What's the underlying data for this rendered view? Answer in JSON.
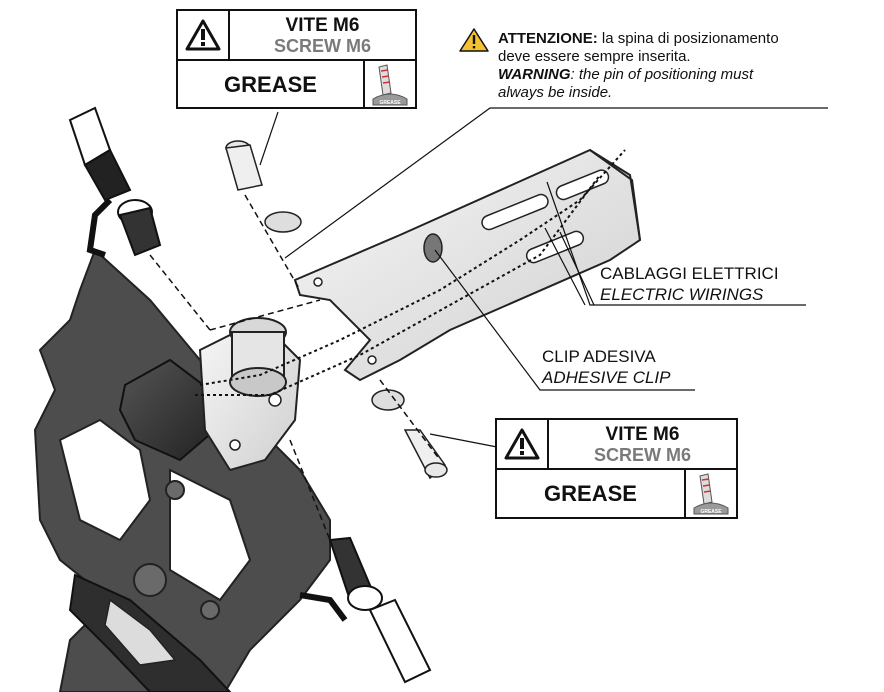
{
  "screw_box_top": {
    "name_it": "VITE M6",
    "name_en": "SCREW M6",
    "grease_label": "GREASE",
    "grease_icon_text": "GREASE"
  },
  "screw_box_bottom": {
    "name_it": "VITE M6",
    "name_en": "SCREW M6",
    "grease_label": "GREASE",
    "grease_icon_text": "GREASE"
  },
  "warning_note": {
    "label_it": "ATTENZIONE:",
    "text_it_1": " la spina di posizionamento",
    "text_it_2": "deve essere sempre inserita.",
    "label_en": "WARNING",
    "text_en_1": ": the pin of positioning must",
    "text_en_2": "always be inside."
  },
  "callouts": {
    "wiring_it": "CABLAGGI ELETTRICI",
    "wiring_en": "ELECTRIC WIRINGS",
    "clip_it": "CLIP ADESIVA",
    "clip_en": "ADHESIVE CLIP"
  },
  "colors": {
    "line": "#111111",
    "metal": "#e6e6e6",
    "dark_part": "#3a3a3a",
    "warning_yellow": "#f2c230",
    "grey_text": "#7a7a7a"
  }
}
